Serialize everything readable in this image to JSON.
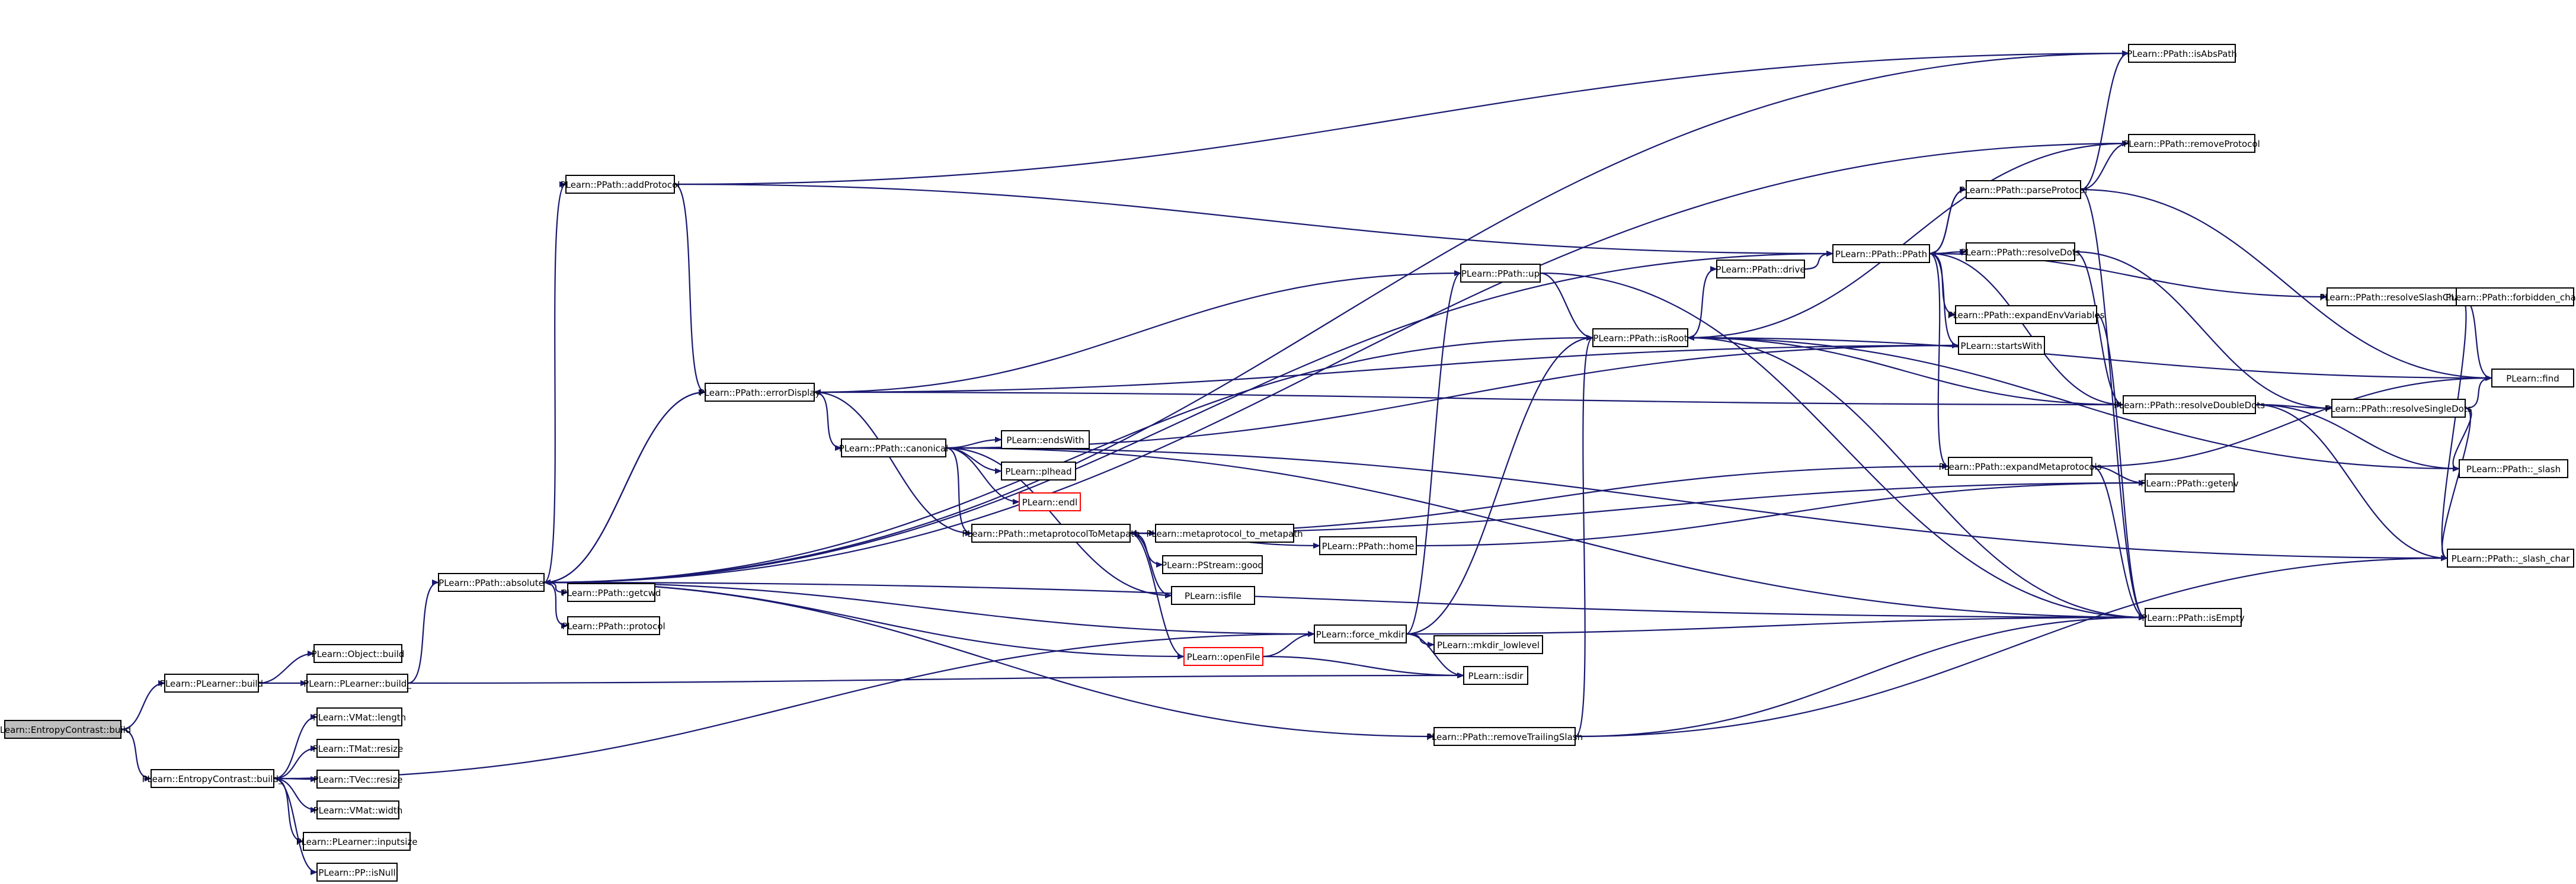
{
  "graph": {
    "root": "n_ec_build",
    "colors": {
      "edge": "#191970",
      "root_fill": "#bfbfbf",
      "truncated_border": "#ff0000",
      "node_border": "#000000"
    },
    "nodes": [
      {
        "id": "n_ec_build",
        "label": "PLearn::EntropyContrast::build",
        "root": true
      },
      {
        "id": "n_pl_build",
        "label": "PLearn::PLearner::build"
      },
      {
        "id": "n_ec_build_",
        "label": "PLearn::EntropyContrast::build_"
      },
      {
        "id": "n_obj_build",
        "label": "PLearn::Object::build"
      },
      {
        "id": "n_pl_build_",
        "label": "PLearn::PLearner::build_"
      },
      {
        "id": "n_vmat_length",
        "label": "PLearn::VMat::length"
      },
      {
        "id": "n_tmat_resize",
        "label": "PLearn::TMat::resize"
      },
      {
        "id": "n_tvec_resize",
        "label": "PLearn::TVec::resize"
      },
      {
        "id": "n_vmat_width",
        "label": "PLearn::VMat::width"
      },
      {
        "id": "n_inputsize",
        "label": "PLearn::PLearner::inputsize"
      },
      {
        "id": "n_pp_isnull",
        "label": "PLearn::PP::isNull"
      },
      {
        "id": "n_absolute",
        "label": "PLearn::PPath::absolute"
      },
      {
        "id": "n_addprotocol",
        "label": "PLearn::PPath::addProtocol"
      },
      {
        "id": "n_getcwd",
        "label": "PLearn::PPath::getcwd"
      },
      {
        "id": "n_protocol",
        "label": "PLearn::PPath::protocol"
      },
      {
        "id": "n_errordisplay",
        "label": "PLearn::PPath::errorDisplay"
      },
      {
        "id": "n_canonical",
        "label": "PLearn::PPath::canonical"
      },
      {
        "id": "n_endswith",
        "label": "PLearn::endsWith"
      },
      {
        "id": "n_plhead",
        "label": "PLearn::plhead"
      },
      {
        "id": "n_endl",
        "label": "PLearn::endl",
        "truncated": true
      },
      {
        "id": "n_m2m",
        "label": "PLearn::PPath::metaprotocolToMetapath"
      },
      {
        "id": "n_mp_to_mp",
        "label": "PLearn::metaprotocol_to_metapath"
      },
      {
        "id": "n_pstream_good",
        "label": "PLearn::PStream::good"
      },
      {
        "id": "n_isfile",
        "label": "PLearn::isfile"
      },
      {
        "id": "n_home",
        "label": "PLearn::PPath::home"
      },
      {
        "id": "n_openfile",
        "label": "PLearn::openFile",
        "truncated": true
      },
      {
        "id": "n_force_mkdir",
        "label": "PLearn::force_mkdir"
      },
      {
        "id": "n_mkdir_lowlevel",
        "label": "PLearn::mkdir_lowlevel"
      },
      {
        "id": "n_isdir",
        "label": "PLearn::isdir"
      },
      {
        "id": "n_removetrailing",
        "label": "PLearn::PPath::removeTrailingSlash"
      },
      {
        "id": "n_up",
        "label": "PLearn::PPath::up"
      },
      {
        "id": "n_drive",
        "label": "PLearn::PPath::drive"
      },
      {
        "id": "n_isroot",
        "label": "PLearn::PPath::isRoot"
      },
      {
        "id": "n_ppath",
        "label": "PLearn::PPath::PPath"
      },
      {
        "id": "n_isabspath",
        "label": "PLearn::PPath::isAbsPath"
      },
      {
        "id": "n_removeprotocol",
        "label": "PLearn::PPath::removeProtocol"
      },
      {
        "id": "n_parseprotocol",
        "label": "PLearn::PPath::parseProtocol"
      },
      {
        "id": "n_resolvedots",
        "label": "PLearn::PPath::resolveDots"
      },
      {
        "id": "n_expandenv",
        "label": "PLearn::PPath::expandEnvVariables"
      },
      {
        "id": "n_startswith",
        "label": "PLearn::startsWith"
      },
      {
        "id": "n_resolvedoubledots",
        "label": "PLearn::PPath::resolveDoubleDots"
      },
      {
        "id": "n_expandmeta",
        "label": "PLearn::PPath::expandMetaprotocols"
      },
      {
        "id": "n_getenv",
        "label": "PLearn::PPath::getenv"
      },
      {
        "id": "n_isempty",
        "label": "PLearn::PPath::isEmpty"
      },
      {
        "id": "n_resolveslash",
        "label": "PLearn::PPath::resolveSlashChars"
      },
      {
        "id": "n_forbidden",
        "label": "PLearn::PPath::forbidden_chars"
      },
      {
        "id": "n_find",
        "label": "PLearn::find"
      },
      {
        "id": "n_resolvesingle",
        "label": "PLearn::PPath::resolveSingleDots"
      },
      {
        "id": "n_slash",
        "label": "PLearn::PPath::_slash"
      },
      {
        "id": "n_slashchar",
        "label": "PLearn::PPath::_slash_char"
      }
    ],
    "edges": [
      [
        "n_ec_build",
        "n_pl_build"
      ],
      [
        "n_ec_build",
        "n_ec_build_"
      ],
      [
        "n_pl_build",
        "n_obj_build"
      ],
      [
        "n_pl_build",
        "n_pl_build_"
      ],
      [
        "n_pl_build_",
        "n_absolute"
      ],
      [
        "n_pl_build_",
        "n_isdir"
      ],
      [
        "n_ec_build_",
        "n_vmat_length"
      ],
      [
        "n_ec_build_",
        "n_tmat_resize"
      ],
      [
        "n_ec_build_",
        "n_tvec_resize"
      ],
      [
        "n_ec_build_",
        "n_vmat_width"
      ],
      [
        "n_ec_build_",
        "n_inputsize"
      ],
      [
        "n_ec_build_",
        "n_pp_isnull"
      ],
      [
        "n_ec_build_",
        "n_force_mkdir"
      ],
      [
        "n_absolute",
        "n_addprotocol"
      ],
      [
        "n_absolute",
        "n_getcwd"
      ],
      [
        "n_absolute",
        "n_protocol"
      ],
      [
        "n_absolute",
        "n_isabspath"
      ],
      [
        "n_absolute",
        "n_removeprotocol"
      ],
      [
        "n_absolute",
        "n_ppath"
      ],
      [
        "n_absolute",
        "n_isempty"
      ],
      [
        "n_absolute",
        "n_removetrailing"
      ],
      [
        "n_absolute",
        "n_errordisplay"
      ],
      [
        "n_addprotocol",
        "n_errordisplay"
      ],
      [
        "n_addprotocol",
        "n_isabspath"
      ],
      [
        "n_addprotocol",
        "n_ppath"
      ],
      [
        "n_errordisplay",
        "n_canonical"
      ],
      [
        "n_errordisplay",
        "n_absolute"
      ],
      [
        "n_canonical",
        "n_endswith"
      ],
      [
        "n_canonical",
        "n_plhead"
      ],
      [
        "n_canonical",
        "n_endl"
      ],
      [
        "n_canonical",
        "n_m2m"
      ],
      [
        "n_canonical",
        "n_isfile"
      ],
      [
        "n_canonical",
        "n_startswith"
      ],
      [
        "n_canonical",
        "n_isempty"
      ],
      [
        "n_canonical",
        "n_slashchar"
      ],
      [
        "n_m2m",
        "n_errordisplay"
      ],
      [
        "n_m2m",
        "n_mp_to_mp"
      ],
      [
        "n_m2m",
        "n_pstream_good"
      ],
      [
        "n_m2m",
        "n_isfile"
      ],
      [
        "n_m2m",
        "n_home"
      ],
      [
        "n_m2m",
        "n_openfile"
      ],
      [
        "n_m2m",
        "n_getenv"
      ],
      [
        "n_openfile",
        "n_absolute"
      ],
      [
        "n_openfile",
        "n_force_mkdir"
      ],
      [
        "n_openfile",
        "n_isdir"
      ],
      [
        "n_force_mkdir",
        "n_absolute"
      ],
      [
        "n_force_mkdir",
        "n_mkdir_lowlevel"
      ],
      [
        "n_force_mkdir",
        "n_isdir"
      ],
      [
        "n_force_mkdir",
        "n_up"
      ],
      [
        "n_force_mkdir",
        "n_isempty"
      ],
      [
        "n_force_mkdir",
        "n_isroot"
      ],
      [
        "n_home",
        "n_getenv"
      ],
      [
        "n_removetrailing",
        "n_isroot"
      ],
      [
        "n_removetrailing",
        "n_isempty"
      ],
      [
        "n_removetrailing",
        "n_slashchar"
      ],
      [
        "n_up",
        "n_errordisplay"
      ],
      [
        "n_up",
        "n_isroot"
      ],
      [
        "n_up",
        "n_isempty"
      ],
      [
        "n_isroot",
        "n_absolute"
      ],
      [
        "n_isroot",
        "n_drive"
      ],
      [
        "n_isroot",
        "n_removeprotocol"
      ],
      [
        "n_isroot",
        "n_isempty"
      ],
      [
        "n_isroot",
        "n_slash"
      ],
      [
        "n_drive",
        "n_ppath"
      ],
      [
        "n_ppath",
        "n_parseprotocol"
      ],
      [
        "n_ppath",
        "n_resolvedots"
      ],
      [
        "n_ppath",
        "n_expandenv"
      ],
      [
        "n_ppath",
        "n_startswith"
      ],
      [
        "n_ppath",
        "n_expandmeta"
      ],
      [
        "n_ppath",
        "n_resolveslash"
      ],
      [
        "n_parseprotocol",
        "n_isabspath"
      ],
      [
        "n_parseprotocol",
        "n_removeprotocol"
      ],
      [
        "n_parseprotocol",
        "n_isempty"
      ],
      [
        "n_parseprotocol",
        "n_find"
      ],
      [
        "n_parseprotocol",
        "n_ppath"
      ],
      [
        "n_resolvedots",
        "n_resolvedoubledots"
      ],
      [
        "n_resolvedots",
        "n_resolvesingle"
      ],
      [
        "n_expandenv",
        "n_isempty"
      ],
      [
        "n_startswith",
        "n_errordisplay"
      ],
      [
        "n_expandmeta",
        "n_getenv"
      ],
      [
        "n_expandmeta",
        "n_isempty"
      ],
      [
        "n_expandmeta",
        "n_find"
      ],
      [
        "n_expandmeta",
        "n_m2m"
      ],
      [
        "n_resolvedoubledots",
        "n_isroot"
      ],
      [
        "n_resolvedoubledots",
        "n_resolvesingle"
      ],
      [
        "n_resolvedoubledots",
        "n_slash"
      ],
      [
        "n_resolvedoubledots",
        "n_slashchar"
      ],
      [
        "n_resolvedoubledots",
        "n_ppath"
      ],
      [
        "n_resolvedoubledots",
        "n_errordisplay"
      ],
      [
        "n_resolveslash",
        "n_forbidden"
      ],
      [
        "n_resolveslash",
        "n_find"
      ],
      [
        "n_resolveslash",
        "n_slashchar"
      ],
      [
        "n_resolvesingle",
        "n_find"
      ],
      [
        "n_resolvesingle",
        "n_slash"
      ],
      [
        "n_resolvesingle",
        "n_slashchar"
      ],
      [
        "n_find",
        "n_isroot"
      ]
    ]
  }
}
